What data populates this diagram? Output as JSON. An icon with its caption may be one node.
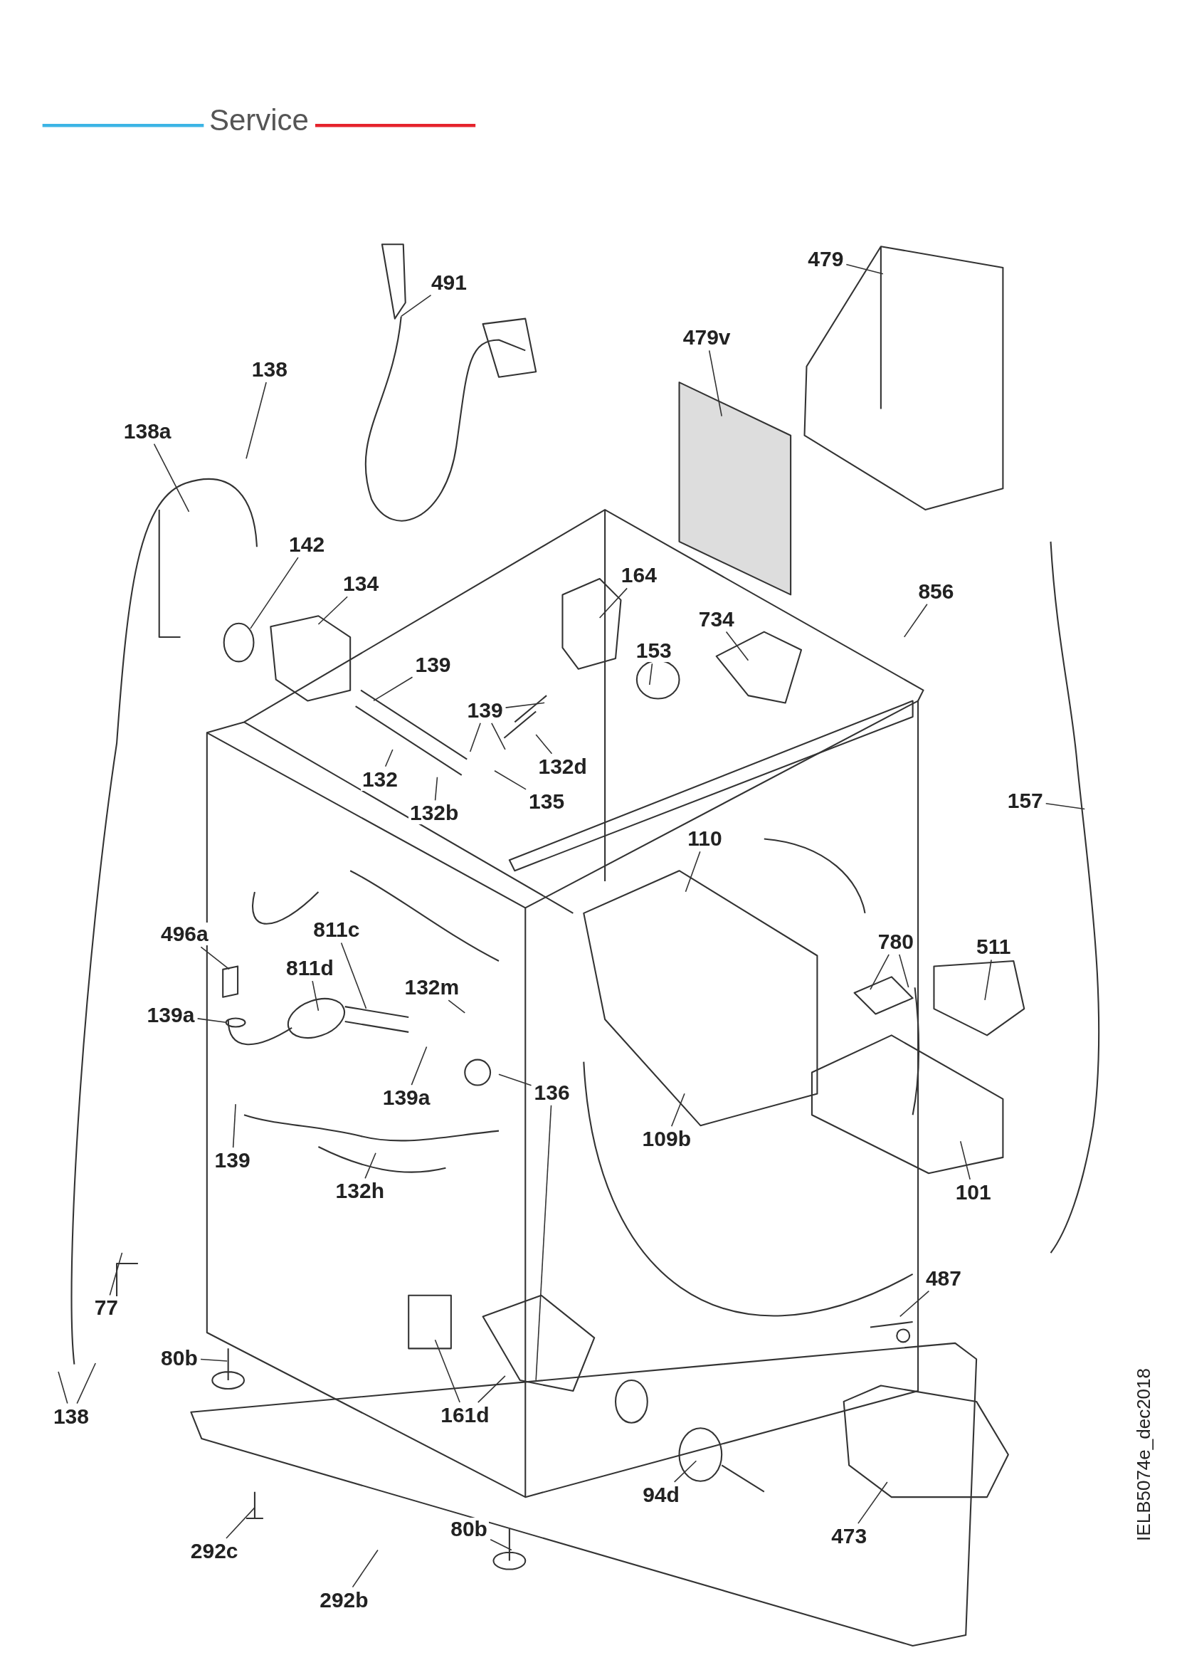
{
  "diagram": {
    "nodes": [
      {
        "text": [
          "479"
        ]
      },
      {
        "text": [
          "491"
        ]
      },
      {
        "text": [
          "479v"
        ]
      },
      {
        "text": [
          "138"
        ]
      },
      {
        "text": [
          "138a"
        ]
      },
      {
        "text": [
          "142"
        ]
      },
      {
        "text": [
          "164"
        ]
      },
      {
        "text": [
          "134"
        ]
      },
      {
        "text": [
          "856"
        ]
      },
      {
        "text": [
          "734"
        ]
      },
      {
        "text": [
          "153"
        ]
      },
      {
        "text": [
          "139"
        ]
      },
      {
        "text": [
          "139"
        ]
      },
      {
        "text": [
          "132d"
        ]
      },
      {
        "text": [
          "132"
        ]
      },
      {
        "text": [
          "157"
        ]
      },
      {
        "text": [
          "135"
        ]
      },
      {
        "text": [
          "132b"
        ]
      },
      {
        "text": [
          "110"
        ]
      },
      {
        "text": [
          "811c"
        ]
      },
      {
        "text": [
          "496a"
        ]
      },
      {
        "text": [
          "780"
        ]
      },
      {
        "text": [
          "511"
        ]
      },
      {
        "text": [
          "811d"
        ]
      },
      {
        "text": [
          "132m"
        ]
      },
      {
        "text": [
          "139a"
        ]
      },
      {
        "text": [
          "136"
        ]
      },
      {
        "text": [
          "139a"
        ]
      },
      {
        "text": [
          "109b"
        ]
      },
      {
        "text": [
          "139"
        ]
      },
      {
        "text": [
          "132h"
        ]
      },
      {
        "text": [
          "101"
        ]
      },
      {
        "text": [
          "487"
        ]
      },
      {
        "text": [
          "77"
        ]
      },
      {
        "text": [
          "80b"
        ]
      },
      {
        "text": [
          "161d"
        ]
      },
      {
        "text": [
          "138"
        ]
      },
      {
        "text": [
          "94d"
        ]
      },
      {
        "text": [
          "80b"
        ]
      },
      {
        "text": [
          "473"
        ]
      },
      {
        "text": [
          "292c"
        ]
      },
      {
        "text": [
          "292b"
        ]
      }
    ],
    "edges": [
      {
        "from": 0,
        "to": null,
        "arrow": "none"
      },
      {
        "from": 1,
        "to": null,
        "arrow": "none"
      },
      {
        "from": 2,
        "to": null,
        "arrow": "none"
      },
      {
        "from": 3,
        "to": null,
        "arrow": "none"
      },
      {
        "from": 4,
        "to": null,
        "arrow": "none"
      },
      {
        "from": 5,
        "to": null,
        "arrow": "none"
      },
      {
        "from": 6,
        "to": null,
        "arrow": "none"
      },
      {
        "from": 7,
        "to": null,
        "arrow": "none"
      },
      {
        "from": 8,
        "to": null,
        "arrow": "none"
      },
      {
        "from": 9,
        "to": null,
        "arrow": "none"
      },
      {
        "from": 10,
        "to": null,
        "arrow": "none"
      },
      {
        "from": 11,
        "to": null,
        "arrow": "none"
      },
      {
        "from": 12,
        "to": null,
        "arrow": "none"
      },
      {
        "from": 12,
        "to": null,
        "arrow": "none"
      },
      {
        "from": 12,
        "to": null,
        "arrow": "none"
      },
      {
        "from": 13,
        "to": null,
        "arrow": "none"
      },
      {
        "from": 14,
        "to": null,
        "arrow": "none"
      },
      {
        "from": 15,
        "to": null,
        "arrow": "none"
      },
      {
        "from": 16,
        "to": null,
        "arrow": "none"
      },
      {
        "from": 17,
        "to": null,
        "arrow": "none"
      },
      {
        "from": 18,
        "to": null,
        "arrow": "none"
      },
      {
        "from": 19,
        "to": null,
        "arrow": "none"
      },
      {
        "from": 20,
        "to": null,
        "arrow": "none"
      },
      {
        "from": 21,
        "to": null,
        "arrow": "none"
      },
      {
        "from": 21,
        "to": null,
        "arrow": "none"
      },
      {
        "from": 22,
        "to": null,
        "arrow": "none"
      },
      {
        "from": 23,
        "to": null,
        "arrow": "none"
      },
      {
        "from": 24,
        "to": null,
        "arrow": "none"
      },
      {
        "from": 25,
        "to": null,
        "arrow": "none"
      },
      {
        "from": 26,
        "to": null,
        "arrow": "none"
      },
      {
        "from": 26,
        "to": null,
        "arrow": "none"
      },
      {
        "from": 27,
        "to": null,
        "arrow": "none"
      },
      {
        "from": 28,
        "to": null,
        "arrow": "none"
      },
      {
        "from": 29,
        "to": null,
        "arrow": "none"
      },
      {
        "from": 30,
        "to": null,
        "arrow": "none"
      },
      {
        "from": 31,
        "to": null,
        "arrow": "none"
      },
      {
        "from": 32,
        "to": null,
        "arrow": "none"
      },
      {
        "from": 33,
        "to": null,
        "arrow": "none"
      },
      {
        "from": 34,
        "to": null,
        "arrow": "none"
      },
      {
        "from": 35,
        "to": null,
        "arrow": "none"
      },
      {
        "from": 35,
        "to": null,
        "arrow": "none"
      },
      {
        "from": 36,
        "to": null,
        "arrow": "none"
      },
      {
        "from": 36,
        "to": null,
        "arrow": "none"
      },
      {
        "from": 37,
        "to": null,
        "arrow": "none"
      },
      {
        "from": 38,
        "to": null,
        "arrow": "none"
      },
      {
        "from": 39,
        "to": null,
        "arrow": "none"
      },
      {
        "from": 40,
        "to": null,
        "arrow": "none"
      },
      {
        "from": 41,
        "to": null,
        "arrow": "none"
      }
    ],
    "labels": [
      "Service",
      "IELB5074e_dec2018"
    ]
  }
}
